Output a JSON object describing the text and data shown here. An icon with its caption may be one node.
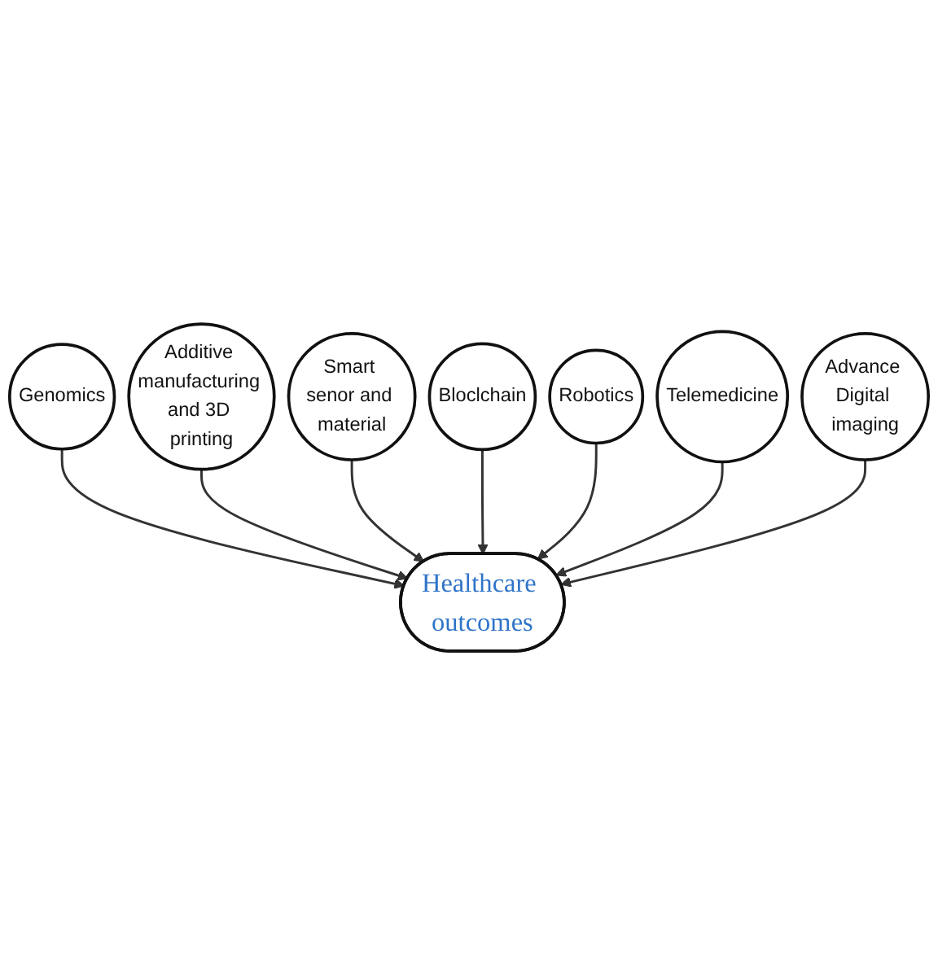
{
  "diagram": {
    "nodes": [
      {
        "text": [
          "Genomics"
        ]
      },
      {
        "text": [
          "Additive manufacturing and 3D printing"
        ]
      },
      {
        "text": [
          "Smart senor and material"
        ]
      },
      {
        "text": [
          "Healthcare outcomes"
        ]
      },
      {
        "text": [
          "Bloclchain"
        ]
      },
      {
        "text": [
          "Robotics"
        ]
      },
      {
        "text": [
          "Telemedicine"
        ]
      },
      {
        "text": [
          "Advance Digital imaging"
        ]
      }
    ],
    "edges": [
      {
        "from": 0,
        "to": 3,
        "arrow": "to"
      },
      {
        "from": 1,
        "to": 3,
        "arrow": "to"
      },
      {
        "from": 2,
        "to": 3,
        "arrow": "to"
      },
      {
        "from": 4,
        "to": 3,
        "arrow": "to"
      },
      {
        "from": 5,
        "to": 3,
        "arrow": "to"
      },
      {
        "from": 6,
        "to": 3,
        "arrow": "to"
      },
      {
        "from": 7,
        "to": 3,
        "arrow": "to"
      }
    ]
  }
}
